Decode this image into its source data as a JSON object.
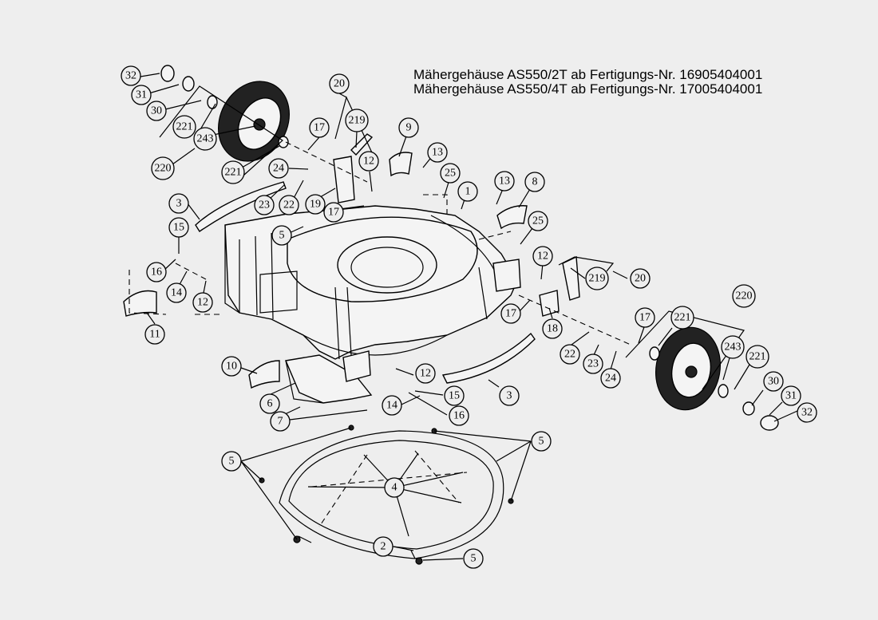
{
  "title_lines": [
    "Mähergehäuse AS550/2T ab Fertigungs-Nr. 16905404001",
    "Mähergehäuse AS550/4T ab Fertigungs-Nr. 17005404001"
  ],
  "callouts": [
    {
      "id": "c32a",
      "label": "32"
    },
    {
      "id": "c31a",
      "label": "31"
    },
    {
      "id": "c30a",
      "label": "30"
    },
    {
      "id": "c221a",
      "label": "221"
    },
    {
      "id": "c243a",
      "label": "243"
    },
    {
      "id": "c220a",
      "label": "220"
    },
    {
      "id": "c221b",
      "label": "221"
    },
    {
      "id": "c20a",
      "label": "20"
    },
    {
      "id": "c219a",
      "label": "219"
    },
    {
      "id": "c17a",
      "label": "17"
    },
    {
      "id": "c24a",
      "label": "24"
    },
    {
      "id": "c22a",
      "label": "22"
    },
    {
      "id": "c23a",
      "label": "23"
    },
    {
      "id": "c19",
      "label": "19"
    },
    {
      "id": "c17b",
      "label": "17"
    },
    {
      "id": "c12a",
      "label": "12"
    },
    {
      "id": "c9",
      "label": "9"
    },
    {
      "id": "c13a",
      "label": "13"
    },
    {
      "id": "c25a",
      "label": "25"
    },
    {
      "id": "c1",
      "label": "1"
    },
    {
      "id": "c13b",
      "label": "13"
    },
    {
      "id": "c8",
      "label": "8"
    },
    {
      "id": "c25b",
      "label": "25"
    },
    {
      "id": "c3a",
      "label": "3"
    },
    {
      "id": "c5a",
      "label": "5"
    },
    {
      "id": "c15a",
      "label": "15"
    },
    {
      "id": "c16a",
      "label": "16"
    },
    {
      "id": "c14a",
      "label": "14"
    },
    {
      "id": "c12b",
      "label": "12"
    },
    {
      "id": "c11",
      "label": "11"
    },
    {
      "id": "c12c",
      "label": "12"
    },
    {
      "id": "c219b",
      "label": "219"
    },
    {
      "id": "c20b",
      "label": "20"
    },
    {
      "id": "c17c",
      "label": "17"
    },
    {
      "id": "c18",
      "label": "18"
    },
    {
      "id": "c22b",
      "label": "22"
    },
    {
      "id": "c23b",
      "label": "23"
    },
    {
      "id": "c24b",
      "label": "24"
    },
    {
      "id": "c17d",
      "label": "17"
    },
    {
      "id": "c221c",
      "label": "221"
    },
    {
      "id": "c220b",
      "label": "220"
    },
    {
      "id": "c243b",
      "label": "243"
    },
    {
      "id": "c221d",
      "label": "221"
    },
    {
      "id": "c30b",
      "label": "30"
    },
    {
      "id": "c31b",
      "label": "31"
    },
    {
      "id": "c32b",
      "label": "32"
    },
    {
      "id": "c10",
      "label": "10"
    },
    {
      "id": "c6",
      "label": "6"
    },
    {
      "id": "c7",
      "label": "7"
    },
    {
      "id": "c12d",
      "label": "12"
    },
    {
      "id": "c15b",
      "label": "15"
    },
    {
      "id": "c14b",
      "label": "14"
    },
    {
      "id": "c16b",
      "label": "16"
    },
    {
      "id": "c3b",
      "label": "3"
    },
    {
      "id": "c5b",
      "label": "5"
    },
    {
      "id": "c5c",
      "label": "5"
    },
    {
      "id": "c4",
      "label": "4"
    },
    {
      "id": "c2",
      "label": "2"
    },
    {
      "id": "c5d",
      "label": "5"
    }
  ]
}
